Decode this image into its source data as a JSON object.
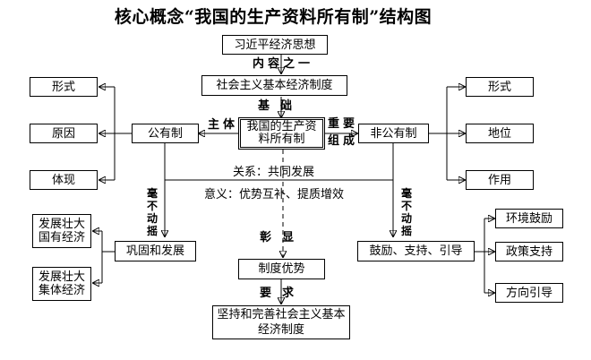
{
  "title": "核心概念“我国的生产资料所有制”结构图",
  "nodes": {
    "xi_thought": "习近平经济思想",
    "basic_system": "社会主义基本经济制度",
    "ownership_system": "我国的生产资料所有制",
    "public_ownership": "公有制",
    "nonpublic_ownership": "非公有制",
    "form_left": "形式",
    "reason": "原因",
    "manifestation": "体现",
    "form_right": "形式",
    "status": "地位",
    "role": "作用",
    "consolidate": "巩固和发展",
    "state_economy": "发展壮大国有经济",
    "collective_economy": "发展壮大集体经济",
    "encourage": "鼓励、支持、引导",
    "env_encourage": "环境鼓励",
    "policy_support": "政策支持",
    "direction_guide": "方向引导",
    "system_advantage": "制度优势",
    "uphold_improve": "坚持和完善社会主义基本经济制度"
  },
  "labels": {
    "content_of": "内容之一",
    "foundation": "基础",
    "main_body": "主体",
    "important": "重要",
    "component": "组成",
    "relation": "关系：共同发展",
    "significance": "意义：优势互补、提质增效",
    "unwavering_left": "毫不动摇",
    "unwavering_right": "毫不动摇",
    "manifest": "彰显",
    "requirement": "要求"
  }
}
